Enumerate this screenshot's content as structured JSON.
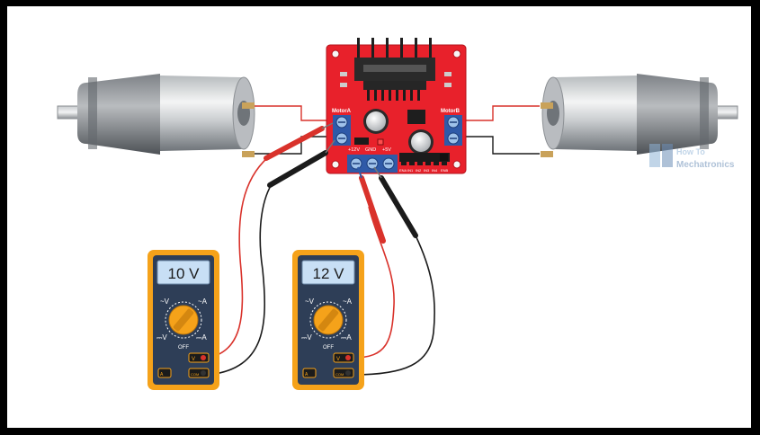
{
  "board": {
    "motor_a_label": "MotorA",
    "motor_b_label": "MotorB",
    "power_pin_labels": [
      "+12V",
      "GND",
      "+5V"
    ],
    "logic_pin_labels": [
      "ENA",
      "IN1",
      "IN2",
      "IN3",
      "IN4",
      "ENB"
    ]
  },
  "watermark": {
    "line1": "How To",
    "line2": "Mechatronics"
  },
  "multimeters": [
    {
      "reading": "10 V",
      "dial": {
        "v_ac": "~V",
        "v_dc": "⎓V",
        "a_ac": "~A",
        "a_dc": "⎓A",
        "off": "OFF"
      },
      "jacks": {
        "v": "V",
        "com": "COM",
        "a": "A"
      }
    },
    {
      "reading": "12 V",
      "dial": {
        "v_ac": "~V",
        "v_dc": "⎓V",
        "a_ac": "~A",
        "a_dc": "⎓A",
        "off": "OFF"
      },
      "jacks": {
        "v": "V",
        "com": "COM",
        "a": "A"
      }
    }
  ],
  "colors": {
    "board_red": "#e8212b",
    "terminal_blue": "#2f5aa8",
    "meter_orange": "#f5a21a",
    "meter_body": "#2e3e57",
    "display": "#c8dff5",
    "wire_red": "#d9322b",
    "wire_black": "#1b1b1b"
  }
}
